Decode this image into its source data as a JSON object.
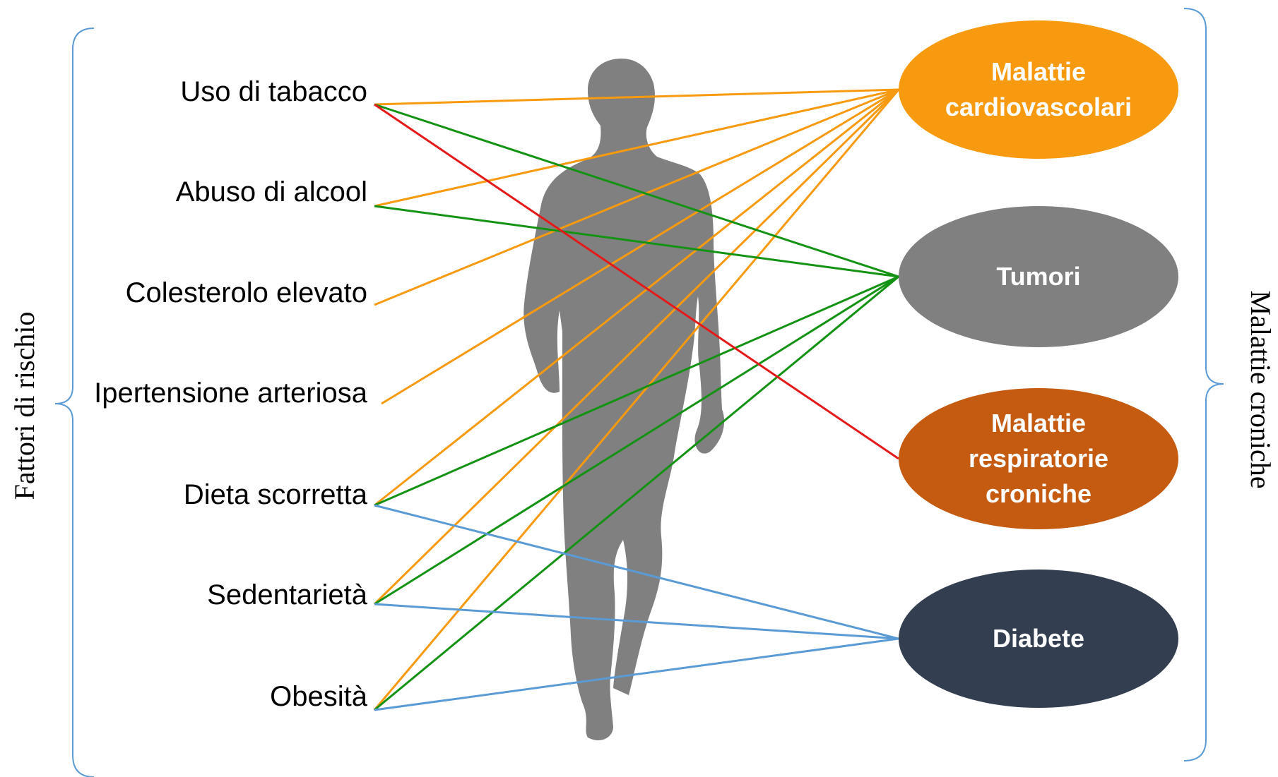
{
  "left_title": "Fattori di rischio",
  "right_title": "Malattie croniche",
  "factors": [
    {
      "label": "Uso di tabacco"
    },
    {
      "label": "Abuso di alcool"
    },
    {
      "label": "Colesterolo elevato"
    },
    {
      "label": "Ipertensione arteriosa"
    },
    {
      "label": "Dieta scorretta"
    },
    {
      "label": "Sedentarietà"
    },
    {
      "label": "Obesità"
    }
  ],
  "diseases": [
    {
      "lines": [
        "Malattie",
        "cardiovascolari"
      ],
      "color": "#f79a10"
    },
    {
      "lines": [
        "Tumori"
      ],
      "color": "#808080"
    },
    {
      "lines": [
        "Malattie",
        "respiratorie",
        "croniche"
      ],
      "color": "#c55a11"
    },
    {
      "lines": [
        "Diabete"
      ],
      "color": "#333f50"
    }
  ],
  "links": [
    {
      "from": 0,
      "to": 0,
      "color": "#f79a10"
    },
    {
      "from": 1,
      "to": 0,
      "color": "#f79a10"
    },
    {
      "from": 2,
      "to": 0,
      "color": "#f79a10"
    },
    {
      "from": 3,
      "to": 0,
      "color": "#f79a10"
    },
    {
      "from": 4,
      "to": 0,
      "color": "#f79a10"
    },
    {
      "from": 5,
      "to": 0,
      "color": "#f79a10"
    },
    {
      "from": 6,
      "to": 0,
      "color": "#f79a10"
    },
    {
      "from": 0,
      "to": 1,
      "color": "#139213"
    },
    {
      "from": 1,
      "to": 1,
      "color": "#139213"
    },
    {
      "from": 4,
      "to": 1,
      "color": "#139213"
    },
    {
      "from": 5,
      "to": 1,
      "color": "#139213"
    },
    {
      "from": 6,
      "to": 1,
      "color": "#139213"
    },
    {
      "from": 0,
      "to": 2,
      "color": "#e41a1a"
    },
    {
      "from": 4,
      "to": 3,
      "color": "#5b9bd5"
    },
    {
      "from": 5,
      "to": 3,
      "color": "#5b9bd5"
    },
    {
      "from": 6,
      "to": 3,
      "color": "#5b9bd5"
    }
  ],
  "colors": {
    "silhouette": "#808080",
    "bracket": "#5b9bd5"
  }
}
